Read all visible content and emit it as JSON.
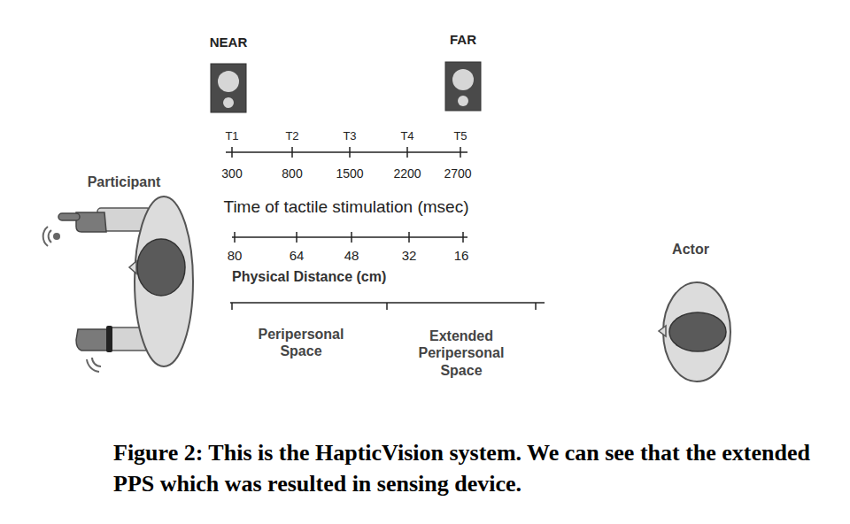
{
  "diagram": {
    "caption": "Figure 2: This is the HapticVision system. We can see that the extended PPS which was resulted in sensing device.",
    "labels": [
      "NEAR",
      "FAR",
      "T1",
      "T2",
      "T3",
      "T4",
      "T5",
      "300",
      "800",
      "1500",
      "2200",
      "2700",
      "Time of tactile stimulation (msec)",
      "Participant",
      "80",
      "64",
      "48",
      "32",
      "16",
      "Physical Distance (cm)",
      "Peripersonal Space",
      "Extended Peripersonal Space",
      "Actor"
    ]
  }
}
